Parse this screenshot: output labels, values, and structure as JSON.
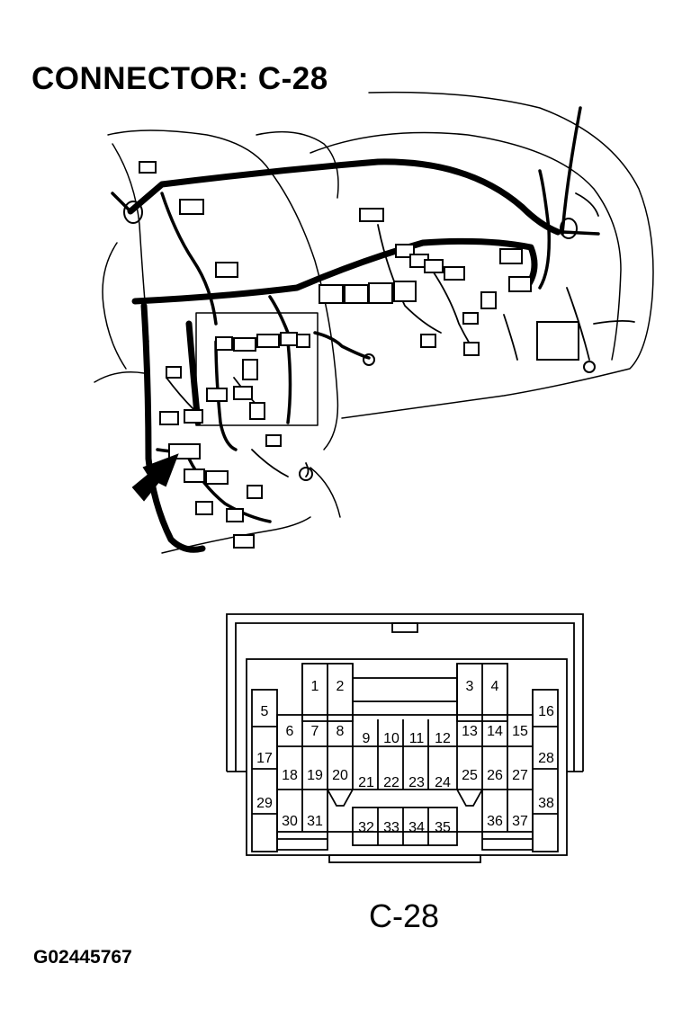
{
  "title": "CONNECTOR: C-28",
  "connector_label": "C-28",
  "figure_id": "G02445767",
  "pins": [
    "1",
    "2",
    "3",
    "4",
    "5",
    "6",
    "7",
    "8",
    "9",
    "10",
    "11",
    "12",
    "13",
    "14",
    "15",
    "16",
    "17",
    "18",
    "19",
    "20",
    "21",
    "22",
    "23",
    "24",
    "25",
    "26",
    "27",
    "28",
    "29",
    "30",
    "31",
    "32",
    "33",
    "34",
    "35",
    "36",
    "37",
    "38"
  ]
}
